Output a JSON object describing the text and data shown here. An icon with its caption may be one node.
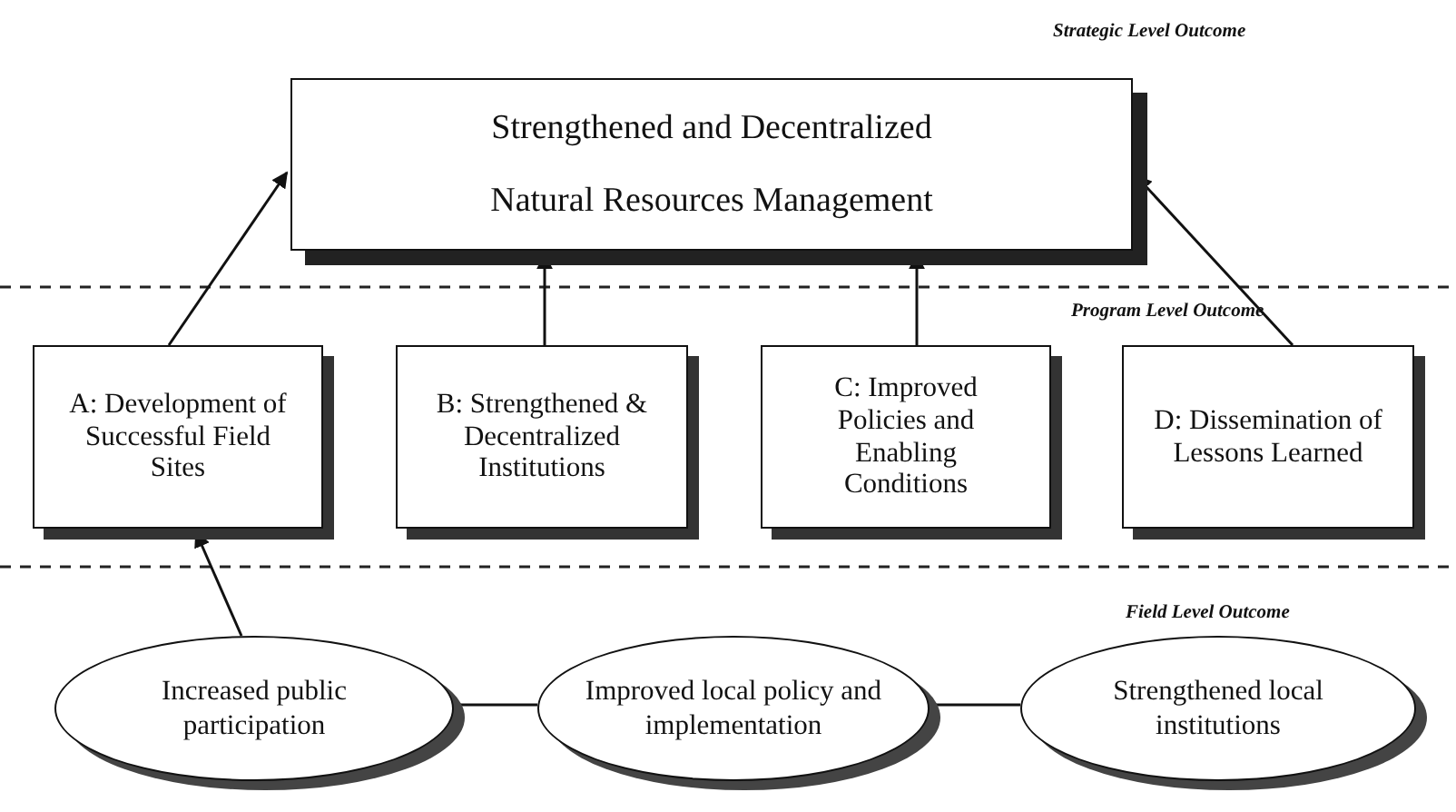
{
  "diagram": {
    "nodes": [
      {
        "text": [
          "Strengthened and Decentralized Natural Resources Management"
        ]
      },
      {
        "text": [
          "A: Development of Successful Field Sites"
        ]
      },
      {
        "text": [
          "B: Strengthened & Decentralized Institutions"
        ]
      },
      {
        "text": [
          "C: Improved Policies and Enabling Conditions"
        ]
      },
      {
        "text": [
          "D: Dissemination of Lessons Learned"
        ]
      },
      {
        "text": [
          "Increased public participation"
        ]
      },
      {
        "text": [
          "Improved local policy and implementation"
        ]
      },
      {
        "text": [
          "Strengthened local institutions"
        ]
      }
    ],
    "edges": [
      {
        "from": 1,
        "to": 0,
        "arrow": "to"
      },
      {
        "from": 2,
        "to": 0,
        "arrow": "to"
      },
      {
        "from": 3,
        "to": 0,
        "arrow": "to"
      },
      {
        "from": 4,
        "to": 0,
        "arrow": "to"
      },
      {
        "from": 5,
        "to": 1,
        "arrow": "to"
      },
      {
        "from": 5,
        "to": 6,
        "arrow": "none"
      },
      {
        "from": 6,
        "to": 7,
        "arrow": "none"
      }
    ],
    "labels": [
      "Strategic Level Outcome",
      "Program Level Outcome",
      "Field Level Outcome"
    ]
  }
}
